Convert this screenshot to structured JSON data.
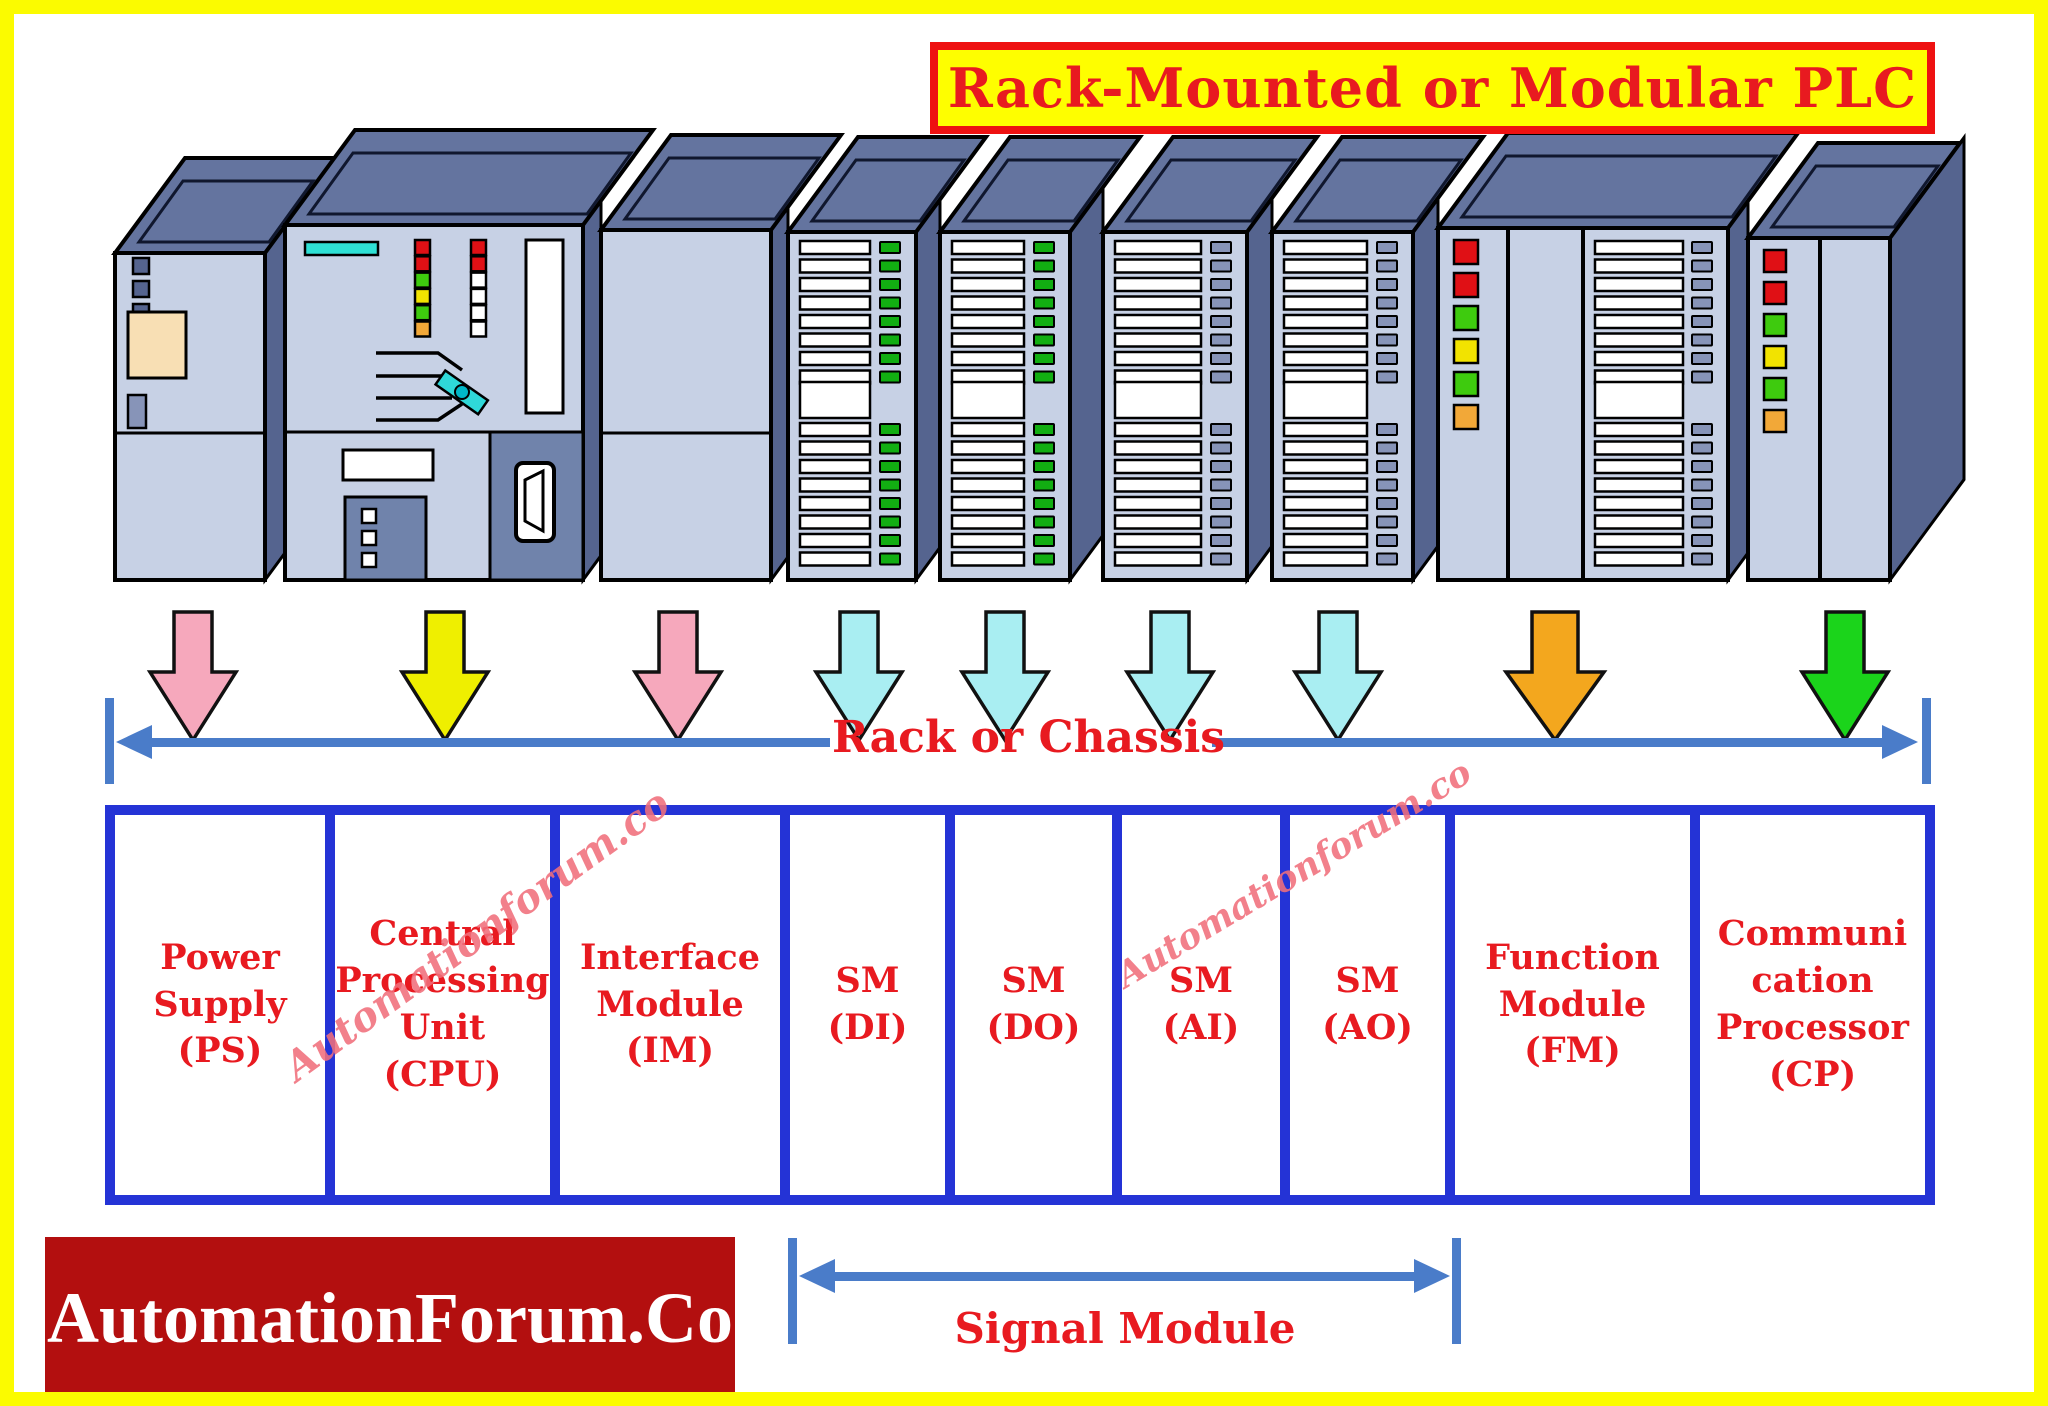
{
  "title": "Rack-Mounted or Modular PLC",
  "rack_label": "Rack or Chassis",
  "signal_module_label": "Signal Module",
  "watermark_text": "Automationforum.co",
  "logo_text": "AutomationForum.Co",
  "colors": {
    "page_border": "#fbfb00",
    "title_bg": "#fefe00",
    "title_border": "#ee1111",
    "red_text": "#e81a20",
    "table_border": "#2433d6",
    "dimension_arrow_blue": "#4a7cc9",
    "logo_bg": "#b30f0f",
    "logo_text": "#ffffff",
    "module_front": "#c7d1e5",
    "module_top": "#64749f",
    "module_side": "#55648f",
    "watermark_pink": "#f07c88",
    "led_green": "#12ae12",
    "led_gray": "#8794b8",
    "cyan_display": "#2fe0d4",
    "beige_panel": "#f8dfb4"
  },
  "status_led_colors": [
    "#e01015",
    "#e01015",
    "#3ecb0e",
    "#f2e300",
    "#3ecb0e",
    "#f2a838"
  ],
  "cpu_led_column_b": [
    "#e01015",
    "#e01015",
    "#ffffff",
    "#ffffff",
    "#ffffff",
    "#ffffff"
  ],
  "modules": [
    {
      "name": "power-supply",
      "label_lines": [
        "Power",
        "Supply",
        "(PS)"
      ],
      "arrow_color": "#f6a8bc"
    },
    {
      "name": "cpu",
      "label_lines": [
        "Central",
        "Processing",
        "Unit (CPU)"
      ],
      "arrow_color": "#efef00"
    },
    {
      "name": "interface-module",
      "label_lines": [
        "Interface",
        "Module",
        "(IM)"
      ],
      "arrow_color": "#f6a8bc"
    },
    {
      "name": "sm-di",
      "label_lines": [
        "SM",
        "(DI)"
      ],
      "arrow_color": "#a9eef2",
      "led": "green"
    },
    {
      "name": "sm-do",
      "label_lines": [
        "SM",
        "(DO)"
      ],
      "arrow_color": "#a9eef2",
      "led": "green"
    },
    {
      "name": "sm-ai",
      "label_lines": [
        "SM",
        "(AI)"
      ],
      "arrow_color": "#a9eef2",
      "led": "gray"
    },
    {
      "name": "sm-ao",
      "label_lines": [
        "SM",
        "(AO)"
      ],
      "arrow_color": "#a9eef2",
      "led": "gray"
    },
    {
      "name": "function-module",
      "label_lines": [
        "Function",
        "Module",
        "(FM)"
      ],
      "arrow_color": "#f3a71e",
      "led": "gray"
    },
    {
      "name": "communication-processor",
      "label_lines": [
        "Communi",
        "cation",
        "Processor",
        "(CP)"
      ],
      "arrow_color": "#1bd41b"
    }
  ]
}
